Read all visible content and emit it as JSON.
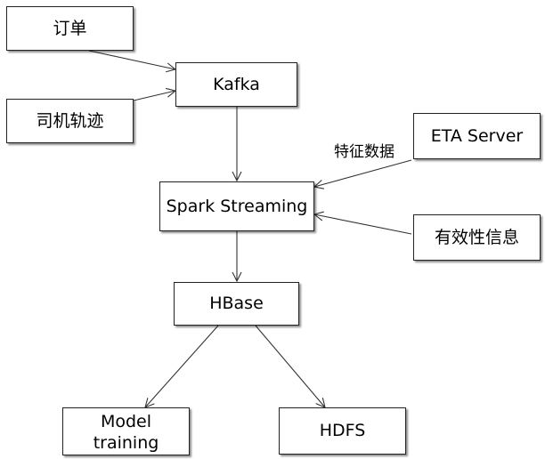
{
  "nodes": {
    "order": "订单",
    "trajectory": "司机轨迹",
    "kafka": "Kafka",
    "eta_server": "ETA Server",
    "spark_streaming": "Spark Streaming",
    "validity_info": "有效性信息",
    "hbase": "HBase",
    "model_training_line1": "Model",
    "model_training_line2": "training",
    "hdfs": "HDFS"
  },
  "edge_labels": {
    "feature_data": "特征数据"
  },
  "colors": {
    "stroke": "#333333",
    "border": "#222222",
    "background": "#ffffff"
  }
}
